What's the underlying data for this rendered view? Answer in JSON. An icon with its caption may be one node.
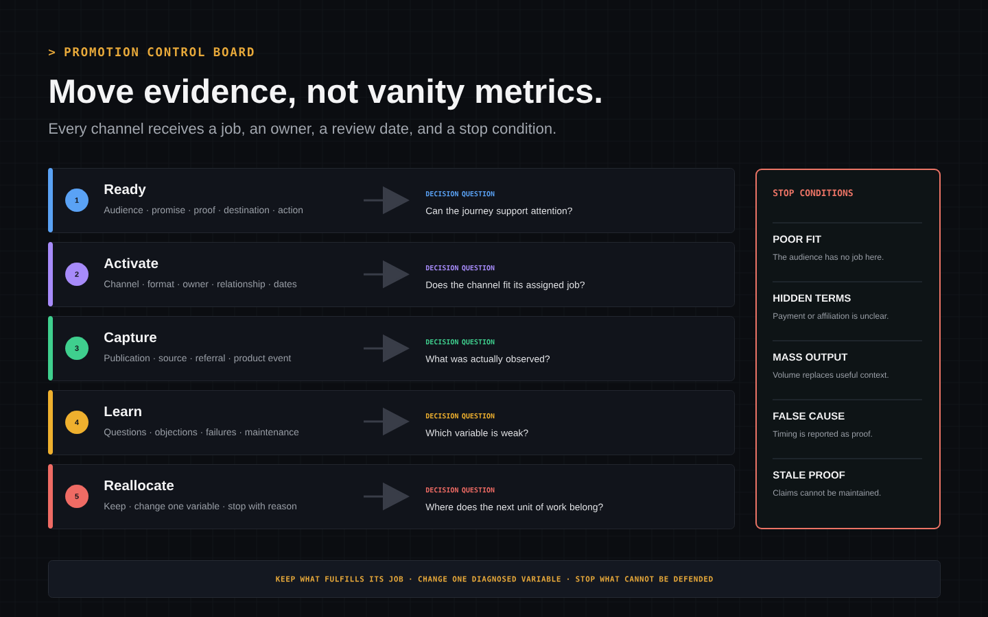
{
  "diagram": {
    "title": "Move evidence, not vanity metrics.",
    "nodes": [
      {
        "text": [
          "Ready",
          "Audience · promise · proof · destination · action"
        ]
      },
      {
        "text": [
          "1"
        ],
        "in": 0
      },
      {
        "text": [
          "DECISION QUESTION",
          "Can the journey support attention?"
        ],
        "in": 0
      },
      {
        "text": [
          "Activate",
          "Channel · format · owner · relationship · dates"
        ]
      },
      {
        "text": [
          "2"
        ],
        "in": 3
      },
      {
        "text": [
          "DECISION QUESTION",
          "Does the channel fit its assigned job?"
        ],
        "in": 3
      },
      {
        "text": [
          "Capture",
          "Publication · source · referral · product event"
        ]
      },
      {
        "text": [
          "3"
        ],
        "in": 6
      },
      {
        "text": [
          "DECISION QUESTION",
          "What was actually observed?"
        ],
        "in": 6
      },
      {
        "text": [
          "Learn",
          "Questions · objections · failures · maintenance"
        ]
      },
      {
        "text": [
          "4"
        ],
        "in": 9
      },
      {
        "text": [
          "DECISION QUESTION",
          "Which variable is weak?"
        ],
        "in": 9
      },
      {
        "text": [
          "Reallocate",
          "Keep · change one variable · stop with reason"
        ]
      },
      {
        "text": [
          "5"
        ],
        "in": 12
      },
      {
        "text": [
          "DECISION QUESTION",
          "Where does the next unit of work belong?"
        ],
        "in": 12
      },
      {
        "text": [
          "STOP CONDITIONS",
          "POOR FIT",
          "The audience has no job here.",
          "HIDDEN TERMS",
          "Payment or affiliation is unclear.",
          "MASS OUTPUT",
          "Volume replaces useful context.",
          "FALSE CAUSE",
          "Timing is reported as proof.",
          "STALE PROOF",
          "Claims cannot be maintained."
        ]
      },
      {
        "text": [
          "KEEP WHAT FULFILLS ITS JOB · CHANGE ONE DIAGNOSED VARIABLE · STOP WHAT CANNOT BE DEFENDED"
        ]
      }
    ],
    "edges": [
      {
        "from": null,
        "to": 2,
        "arrow": "to"
      },
      {
        "from": null,
        "to": 5,
        "arrow": "to"
      },
      {
        "from": null,
        "to": 8,
        "arrow": "to"
      },
      {
        "from": null,
        "to": 11,
        "arrow": "to"
      },
      {
        "from": null,
        "to": 14,
        "arrow": "to"
      }
    ],
    "labels": [
      "> PROMOTION CONTROL BOARD",
      "Every channel receives a job, an owner, a review date, and a stop condition."
    ]
  }
}
